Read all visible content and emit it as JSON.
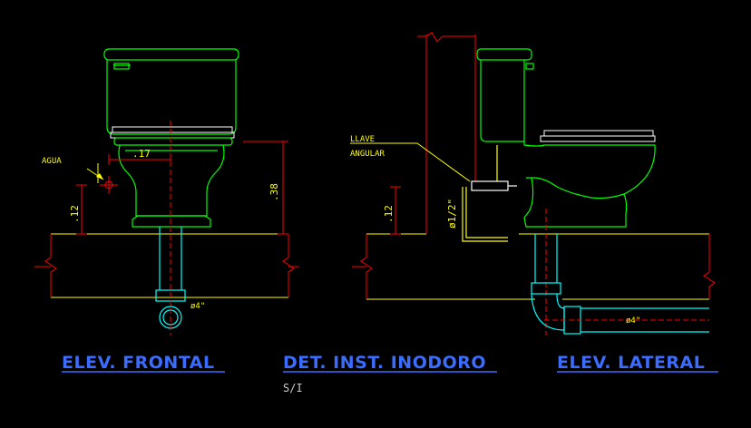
{
  "titles": {
    "front": "ELEV. FRONTAL",
    "detail": "DET. INST. INODORO",
    "side": "ELEV. LATERAL",
    "scale": "S/I"
  },
  "labels": {
    "water": "AGUA",
    "valve_line1": "LLAVE",
    "valve_line2": "ANGULAR"
  },
  "dimensions": {
    "d17": ".17",
    "d38": ".38",
    "d12_front": ".12",
    "d12_side": ".12",
    "supply_dia": "ø1/2\"",
    "drain_front": "ø4\"",
    "drain_side": "ø4\""
  },
  "colors": {
    "background": "#000000",
    "fixture": "#00ff00",
    "drain": "#00ffff",
    "floor": "#ffff00",
    "dimension": "#ff0000",
    "title": "#3a6cff",
    "wall": "#ff0000",
    "annotation": "#ffff00"
  }
}
